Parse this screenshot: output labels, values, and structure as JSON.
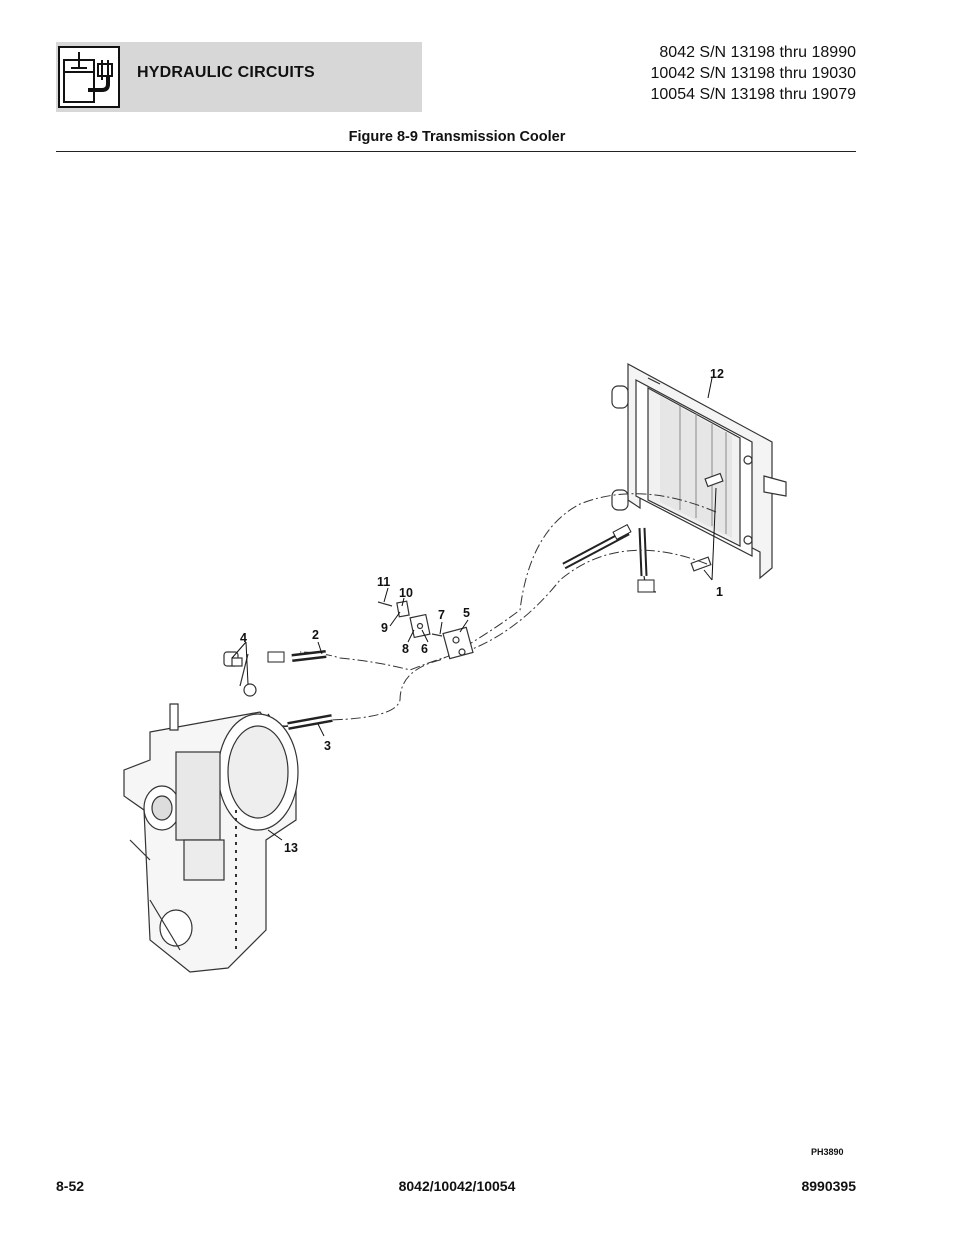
{
  "header": {
    "section_title": "HYDRAULIC CIRCUITS",
    "icon": "hydraulic-reservoir-icon",
    "serials": [
      "8042 S/N 13198 thru 18990",
      "10042 S/N 13198 thru 19030",
      "10054 S/N 13198 thru 19079"
    ]
  },
  "figure": {
    "title": "Figure 8-9 Transmission Cooler",
    "image_code": "PH3890",
    "callouts": {
      "c1": "1",
      "c2": "2",
      "c3": "3",
      "c4": "4",
      "c5": "5",
      "c6": "6",
      "c7": "7",
      "c8": "8",
      "c9": "9",
      "c10": "10",
      "c11": "11",
      "c12": "12",
      "c13": "13"
    }
  },
  "footer": {
    "page": "8-52",
    "models": "8042/10042/10054",
    "doc_number": "8990395"
  },
  "colors": {
    "header_bg": "#d7d7d7",
    "line": "#222222"
  }
}
